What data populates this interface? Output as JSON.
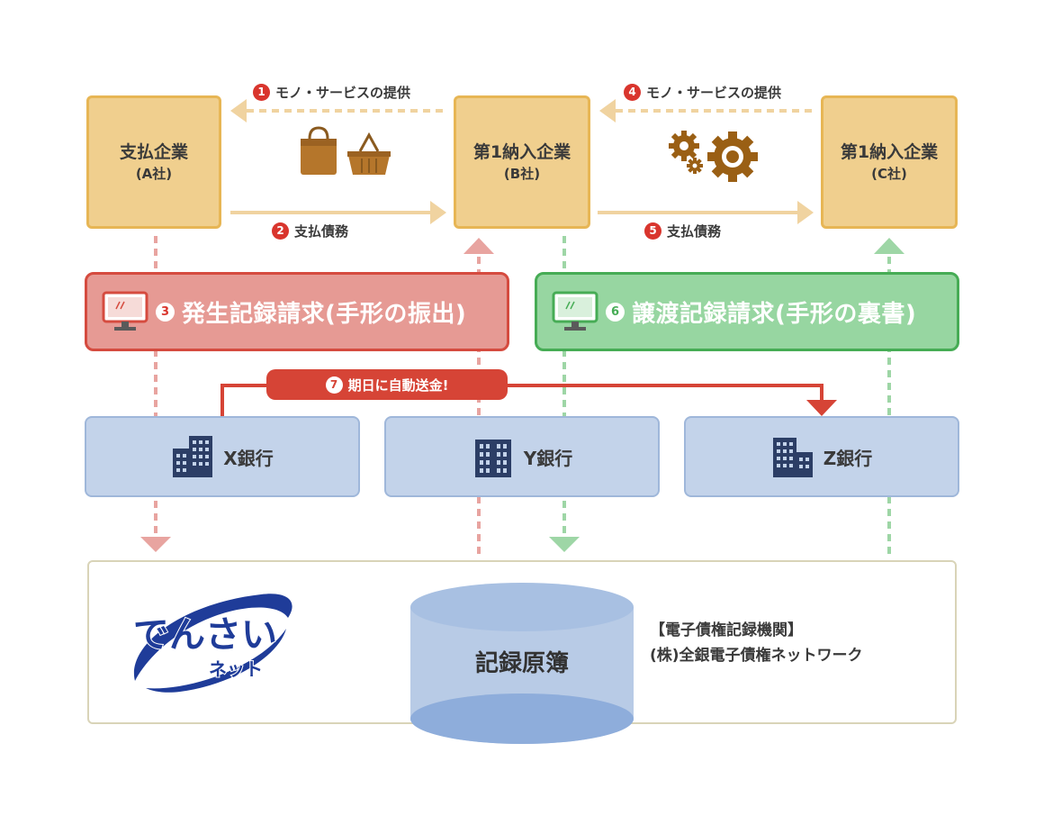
{
  "colors": {
    "company_fill": "#f0cf8e",
    "company_border": "#e7b655",
    "issue_red": "#d54b3f",
    "transfer_green": "#46ac55",
    "bank_blue": "#c3d3ea",
    "step_number": "#d9352d"
  },
  "companies": [
    {
      "name": "支払企業",
      "sub": "(A社)"
    },
    {
      "name": "第1納入企業",
      "sub": "(B社)"
    },
    {
      "name": "第1納入企業",
      "sub": "(C社)"
    }
  ],
  "steps": {
    "s1": {
      "num": "1",
      "label": "モノ・サービスの提供"
    },
    "s2": {
      "num": "2",
      "label": "支払債務"
    },
    "s3": {
      "num": "3",
      "label": "発生記録請求(手形の振出)"
    },
    "s4": {
      "num": "4",
      "label": "モノ・サービスの提供"
    },
    "s5": {
      "num": "5",
      "label": "支払債務"
    },
    "s6": {
      "num": "6",
      "label": "譲渡記録請求(手形の裏書)"
    },
    "s7": {
      "num": "7",
      "label": "期日に自動送金!"
    }
  },
  "icons": {
    "goods": [
      "bag-icon",
      "basket-icon"
    ],
    "services": [
      "gear-icon",
      "gear-icon"
    ],
    "request": "computer-icon",
    "bank": "building-icon"
  },
  "banks": [
    {
      "name": "X銀行"
    },
    {
      "name": "Y銀行"
    },
    {
      "name": "Z銀行"
    }
  ],
  "registry": {
    "logo_main": "でんさい",
    "logo_sub": "ネット",
    "ledger": "記録原簿",
    "agency_type": "【電子債権記録機関】",
    "agency_name": "(株)全銀電子債権ネットワーク"
  }
}
